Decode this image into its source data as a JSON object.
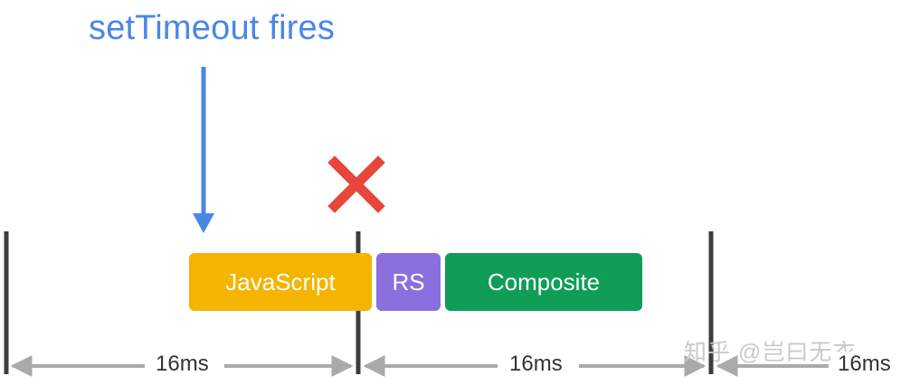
{
  "annotation": {
    "text": "setTimeout fires",
    "color": "#4a86e8"
  },
  "blocks": [
    {
      "label": "JavaScript",
      "color": "#f4b400"
    },
    {
      "label": "RS",
      "color": "#8a6fdf"
    },
    {
      "label": "Composite",
      "color": "#0f9d58"
    }
  ],
  "frame_durations": [
    "16ms",
    "16ms",
    "16ms"
  ],
  "missed_frame_marker": {
    "icon": "cross-icon",
    "color": "#e8453c"
  },
  "watermark": "知乎 @岂曰无衣"
}
